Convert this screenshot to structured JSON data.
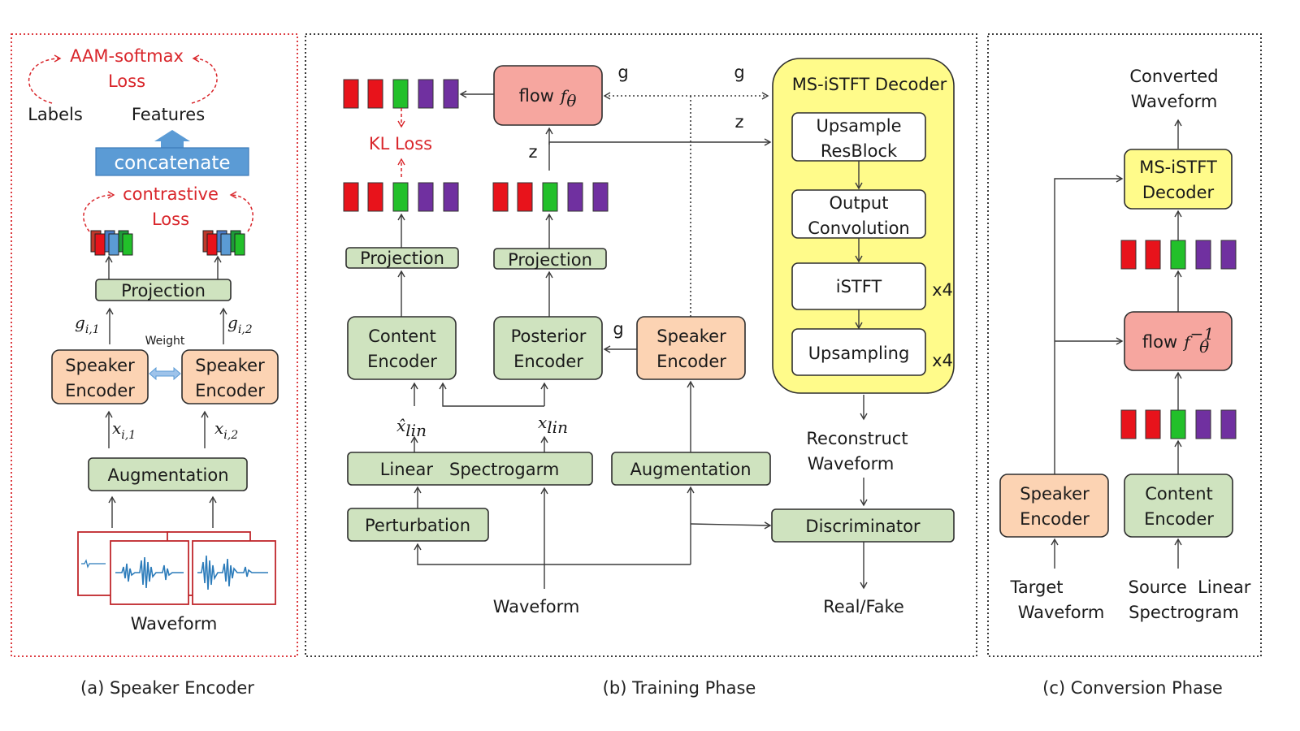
{
  "panel_a": {
    "aam_line1": "AAM-softmax",
    "aam_line2": "Loss",
    "labels": "Labels",
    "features": "Features",
    "concatenate": "concatenate",
    "contrastive_line1": "contrastive",
    "contrastive_line2": "Loss",
    "projection": "Projection",
    "g1": "g",
    "g1_sub": "i,1",
    "g2": "g",
    "g2_sub": "i,2",
    "weight": "Weight",
    "speaker_encoder_line1": "Speaker",
    "speaker_encoder_line2": "Encoder",
    "x1": "x",
    "x1_sub": "i,1",
    "x2": "x",
    "x2_sub": "i,2",
    "augmentation": "Augmentation",
    "waveform": "Waveform",
    "caption": "(a) Speaker Encoder"
  },
  "panel_b": {
    "flow": "flow",
    "flow_f": "f",
    "flow_sub": "θ",
    "g": "g",
    "z": "z",
    "kl_loss": "KL Loss",
    "projection": "Projection",
    "content_encoder_line1": "Content",
    "content_encoder_line2": "Encoder",
    "posterior_encoder_line1": "Posterior",
    "posterior_encoder_line2": "Encoder",
    "speaker_encoder_line1": "Speaker",
    "speaker_encoder_line2": "Encoder",
    "xhat": "x̂",
    "xlin": "x",
    "lin_sub": "lin",
    "linear_spectrogram": "Linear   Spectrogarm",
    "augmentation": "Augmentation",
    "perturbation": "Perturbation",
    "waveform": "Waveform",
    "decoder_title": "MS-iSTFT Decoder",
    "upsample_resblock_line1": "Upsample",
    "upsample_resblock_line2": "ResBlock",
    "output_conv_line1": "Output",
    "output_conv_line2": "Convolution",
    "istft": "iSTFT",
    "upsampling": "Upsampling",
    "x4": "x4",
    "reconstruct_line1": "Reconstruct",
    "reconstruct_line2": "Waveform",
    "discriminator": "Discriminator",
    "real_fake": "Real/Fake",
    "caption": "(b) Training Phase"
  },
  "panel_c": {
    "converted_line1": "Converted",
    "converted_line2": "Waveform",
    "decoder_line1": "MS-iSTFT",
    "decoder_line2": "Decoder",
    "flow": "flow",
    "flow_f": "f",
    "flow_sup": "−1",
    "flow_sub": "θ",
    "speaker_encoder_line1": "Speaker",
    "speaker_encoder_line2": "Encoder",
    "content_encoder_line1": "Content",
    "content_encoder_line2": "Encoder",
    "target_line1": "Target",
    "target_line2": "Waveform",
    "source_line1": "Source  Linear",
    "source_line2": "Spectrogram",
    "caption": "(c) Conversion Phase"
  },
  "colors": {
    "green_box": "#cfe3bf",
    "peach_box": "#fcd3b3",
    "salmon_box": "#f6a69f",
    "yellow_box": "#fffb8a",
    "concat_blue": "#5b9bd5",
    "loss_red": "#d9262b",
    "token_red": "#e8131b",
    "token_green": "#22c02a",
    "token_purple": "#7030a0"
  }
}
